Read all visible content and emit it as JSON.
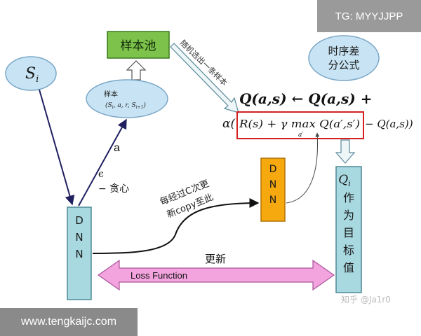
{
  "watermarks": {
    "top_right": "TG: MYYJJPP",
    "bottom_left": "www.tengkaijc.com",
    "zhihu": "知乎 @Ja1r0"
  },
  "nodes": {
    "state_main": "S",
    "state_sub": "i",
    "sample_pool": "样本池",
    "sample_label": "样本",
    "sample_tuple": "(S",
    "sample_tuple_i": "i",
    "sample_tuple_mid": ", a, r, S",
    "sample_tuple_i1": "i+1",
    "sample_tuple_end": ")",
    "td_formula_line1": "时序差",
    "td_formula_line2": "分公式",
    "dnn_left": [
      "D",
      "N",
      "N"
    ],
    "dnn_right": [
      "D",
      "N",
      "N"
    ],
    "target_q": "Q",
    "target_q_sub": "i",
    "target_rest": [
      "作",
      "为",
      "目",
      "标",
      "值"
    ]
  },
  "labels": {
    "random_sample": "随机选出一条样本",
    "action": "a",
    "epsilon": "ϵ",
    "greedy": "− 贪心",
    "copy_line1": "每经过C次更",
    "copy_line2": "新copy至此",
    "update": "更新",
    "loss_function": "Loss Function"
  },
  "formula": {
    "line1": "Q(a,s) ← Q(a,s) +",
    "alpha": "α(",
    "boxed": "R(s) + γ max Q(a′,s′)",
    "boxed_sub": "a′",
    "tail": "− Q(a,s))"
  },
  "colors": {
    "sample_pool_fill": "#7dc24b",
    "state_fill": "#c8e4f4",
    "dnn_left_fill": "#a8d8e0",
    "dnn_right_fill": "#f5a90f",
    "target_fill": "#a8d8e0",
    "loss_fill": "#f3a3dd",
    "highlight_box": "#d42020",
    "arrow_dark": "#202060"
  }
}
